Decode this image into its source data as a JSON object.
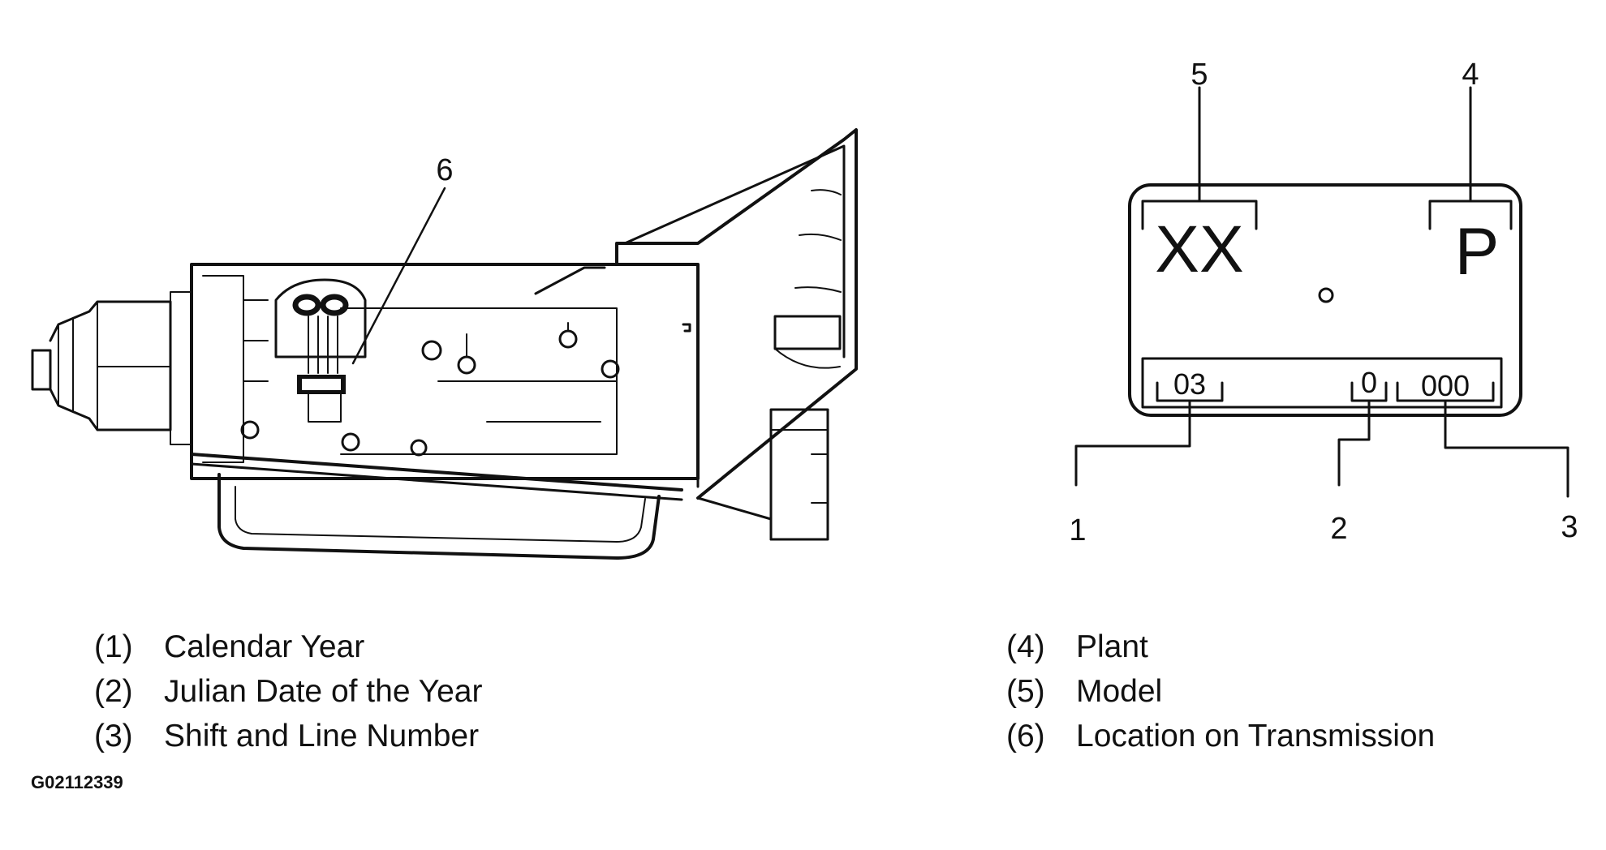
{
  "callouts": {
    "transmission": "6",
    "label_top_left": "5",
    "label_top_right": "4",
    "label_bottom_left": "1",
    "label_bottom_middle": "2",
    "label_bottom_right": "3"
  },
  "id_plate": {
    "model_code": "XX",
    "plant_code": "P",
    "year_field": "03",
    "julian_field": "0",
    "shift_line_field": "000"
  },
  "legend_left": [
    {
      "num": "(1)",
      "text": "Calendar Year"
    },
    {
      "num": "(2)",
      "text": "Julian Date of the Year"
    },
    {
      "num": "(3)",
      "text": "Shift and Line Number"
    }
  ],
  "legend_right": [
    {
      "num": "(4)",
      "text": "Plant"
    },
    {
      "num": "(5)",
      "text": "Model"
    },
    {
      "num": "(6)",
      "text": "Location on Transmission"
    }
  ],
  "figure_id": "G02112339"
}
